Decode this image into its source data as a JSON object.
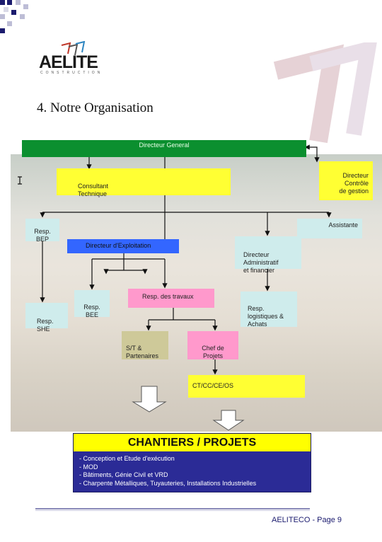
{
  "header": {
    "logo_text": "AELITE",
    "logo_sub": "CONSTRUCTION",
    "title": "4.  Notre Organisation"
  },
  "org": {
    "directeur_general": "Directeur General",
    "consultant": "Consultant\nTechnique",
    "directeur_controle": "Directeur\nContrôle\nde gestion",
    "resp_bep": "Resp.\nBEP",
    "assistante": "Assistante",
    "directeur_exploitation": "Directeur d'Exploitation",
    "directeur_admin": "Directeur\nAdministratif\net financier",
    "resp_bee": "Resp.\nBEE",
    "resp_travaux": "Resp. des travaux",
    "resp_logistiques": "Resp.\nlogistiques &\nAchats",
    "resp_she": "Resp.\nSHE",
    "st_partenaires": "S/T &\nPartenaires",
    "chef_projets": "Chef de\nProjets",
    "ct": "CT/CC/CE/OS"
  },
  "chantiers": {
    "title": "CHANTIERS / PROJETS",
    "items": [
      "- Conception et Etude d'exécution",
      "- MOD",
      "- Bâtiments, Génie Civil et VRD",
      "- Charpente Métalliques, Tuyauteries, Installations Industrielles"
    ]
  },
  "footer": {
    "page": "AELITECO - Page  9"
  },
  "colors": {
    "green": "#0b8f2f",
    "yellow": "#ffff33",
    "cyan": "#cfecec",
    "pink": "#ff99cc",
    "blue": "#3366ff",
    "navy": "#2b2b96"
  }
}
